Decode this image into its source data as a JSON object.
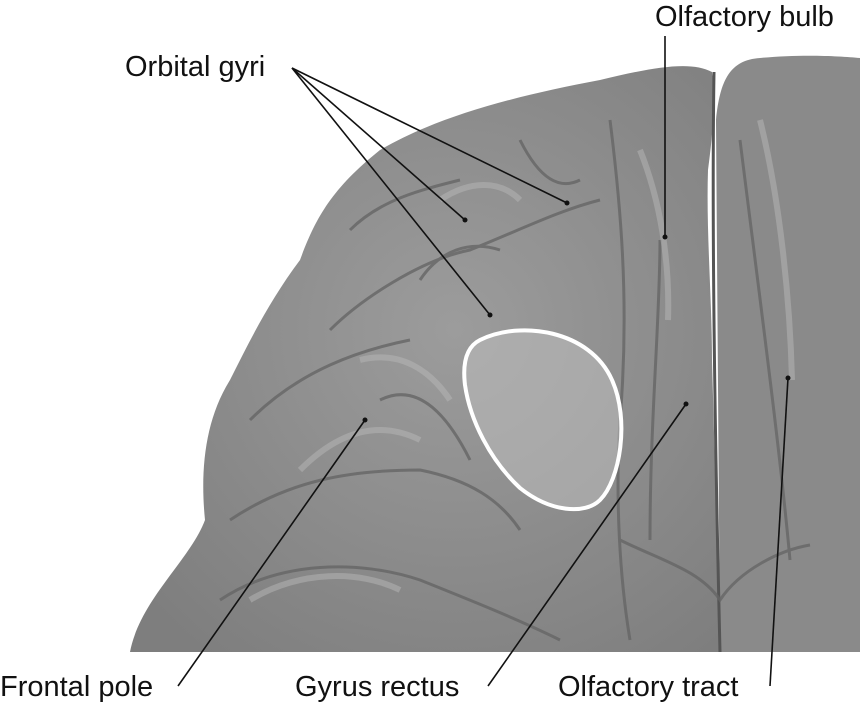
{
  "figure": {
    "labels": {
      "orbital_gyri": "Orbital gyri",
      "olfactory_bulb": "Olfactory bulb",
      "frontal_pole": "Frontal pole",
      "gyrus_rectus": "Gyrus rectus",
      "olfactory_tract": "Olfactory tract"
    },
    "colors": {
      "tissue": "#8c8c8c",
      "tissue_shadow": "#6a6a6a",
      "tissue_highlight": "#b4b4b4",
      "highlight_outline": "#ffffff",
      "leader_line": "#111111"
    }
  }
}
